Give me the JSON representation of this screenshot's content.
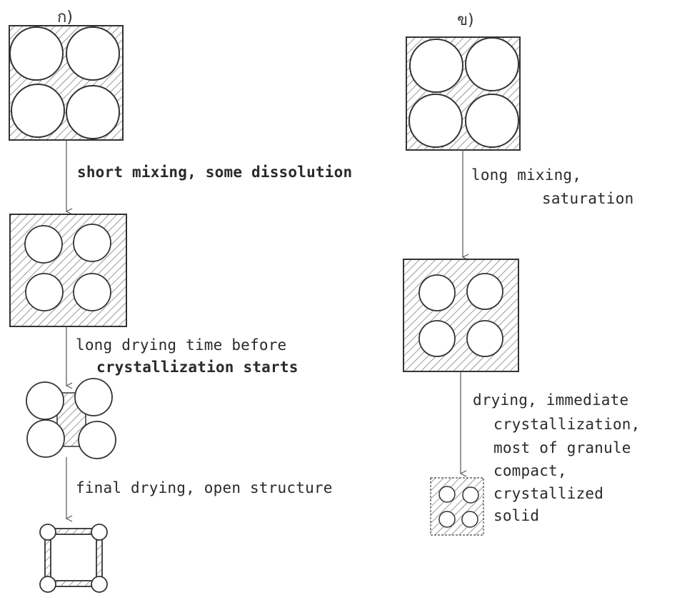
{
  "panel_a": {
    "label": "ก)",
    "step1": "short mixing, some dissolution",
    "step2_line1": "long drying time before",
    "step2_line2": "crystallization starts",
    "step3": "final drying, open structure"
  },
  "panel_b": {
    "label": "ข)",
    "step1_line1": "long mixing,",
    "step1_line2": "saturation",
    "step2_line1": "drying, immediate",
    "step2_line2": "crystallization,",
    "step2_line3": "most of granule",
    "step2_line4": "compact,",
    "step2_line5": "crystallized",
    "step2_line6": "solid"
  },
  "colors": {
    "ink": "#2a2a2a",
    "hatch": "#555555",
    "paper": "#ffffff"
  }
}
